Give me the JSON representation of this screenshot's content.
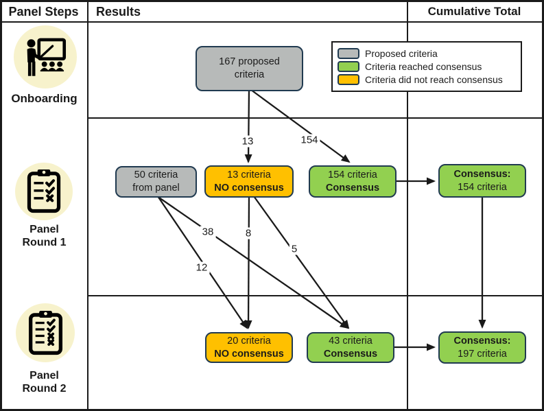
{
  "header": {
    "panel_steps": "Panel Steps",
    "results": "Results",
    "cumulative_total": "Cumulative Total"
  },
  "steps": [
    {
      "label": "Onboarding",
      "icon": "presentation-training-icon"
    },
    {
      "line1": "Panel",
      "line2": "Round 1",
      "icon": "clipboard-checklist-icon"
    },
    {
      "line1": "Panel",
      "line2": "Round 2",
      "icon": "clipboard-checklist-icon"
    }
  ],
  "nodes": {
    "proposed167": {
      "line1": "167 proposed",
      "line2": "criteria",
      "type": "proposed"
    },
    "panel50": {
      "line1": "50 criteria",
      "line2": "from panel",
      "type": "proposed"
    },
    "noconsensus13": {
      "line1": "13 criteria",
      "line2": "NO consensus",
      "type": "no-consensus"
    },
    "consensus154": {
      "line1": "154 criteria",
      "line2": "Consensus",
      "type": "consensus"
    },
    "cumulative154": {
      "line1": "Consensus:",
      "line2": "154 criteria",
      "type": "consensus"
    },
    "noconsensus20": {
      "line1": "20 criteria",
      "line2": "NO consensus",
      "type": "no-consensus"
    },
    "consensus43": {
      "line1": "43 criteria",
      "line2": "Consensus",
      "type": "consensus"
    },
    "cumulative197": {
      "line1": "Consensus:",
      "line2": "197 criteria",
      "type": "consensus"
    }
  },
  "flows": [
    {
      "from": "167 proposed criteria",
      "to": "13 criteria NO consensus",
      "label": "13"
    },
    {
      "from": "167 proposed criteria",
      "to": "154 criteria Consensus",
      "label": "154"
    },
    {
      "from": "154 criteria Consensus",
      "to": "Consensus: 154 criteria",
      "label": ""
    },
    {
      "from": "50 criteria from panel",
      "to": "43 criteria Consensus",
      "label": "38"
    },
    {
      "from": "50 criteria from panel",
      "to": "20 criteria NO consensus",
      "label": "12"
    },
    {
      "from": "13 criteria NO consensus",
      "to": "20 criteria NO consensus",
      "label": "8"
    },
    {
      "from": "13 criteria NO consensus",
      "to": "43 criteria Consensus",
      "label": "5"
    },
    {
      "from": "43 criteria Consensus",
      "to": "Consensus: 197 criteria",
      "label": ""
    },
    {
      "from": "Consensus: 154 criteria",
      "to": "Consensus: 197 criteria",
      "label": ""
    }
  ],
  "legend": {
    "items": [
      {
        "label": "Proposed criteria",
        "swatch": "gray"
      },
      {
        "label": "Criteria reached consensus",
        "swatch": "green"
      },
      {
        "label": "Criteria did not reach consensus",
        "swatch": "amber"
      }
    ]
  },
  "colors": {
    "proposed_fill": "#b7bab9",
    "consensus_fill": "#92d050",
    "no_consensus_fill": "#ffc000",
    "node_border": "#203a50",
    "step_icon_bg": "#f7f2cc",
    "line_color": "#1a1a1a"
  }
}
